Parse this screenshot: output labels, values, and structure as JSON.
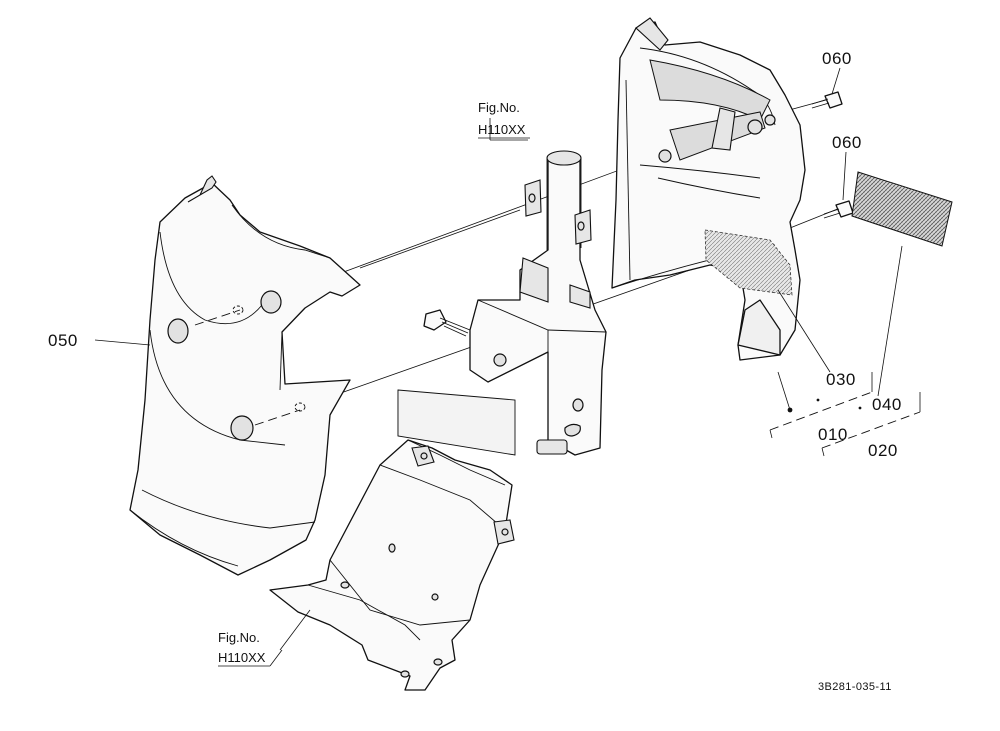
{
  "labels": {
    "p050": "050",
    "p060a": "060",
    "p060b": "060",
    "p030": "030",
    "p040": "040",
    "p010": "010",
    "p020": "020"
  },
  "fig_refs": {
    "top": {
      "line1": "Fig.No.",
      "line2": "H110XX"
    },
    "bottom": {
      "line1": "Fig.No.",
      "line2": "H110XX"
    }
  },
  "drawing_code": "3B281-035-11"
}
